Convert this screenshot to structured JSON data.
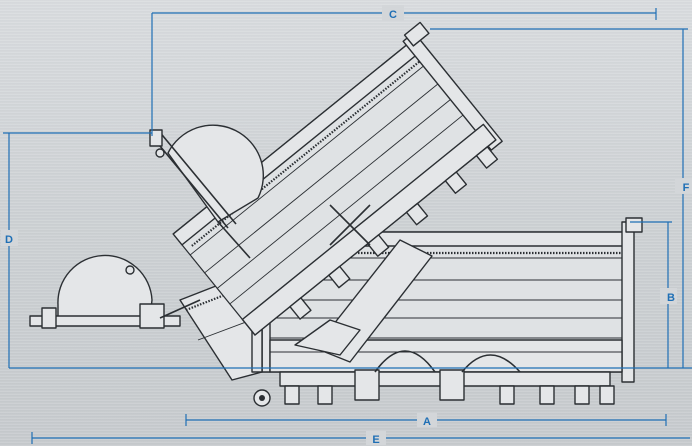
{
  "dimensions": {
    "a": "A",
    "b": "B",
    "c": "C",
    "d": "D",
    "e": "E",
    "f": "F"
  },
  "colors": {
    "dimension_lines": "#1f6fb5",
    "outline": "#2b2f33",
    "background": "#d0d3d6"
  }
}
